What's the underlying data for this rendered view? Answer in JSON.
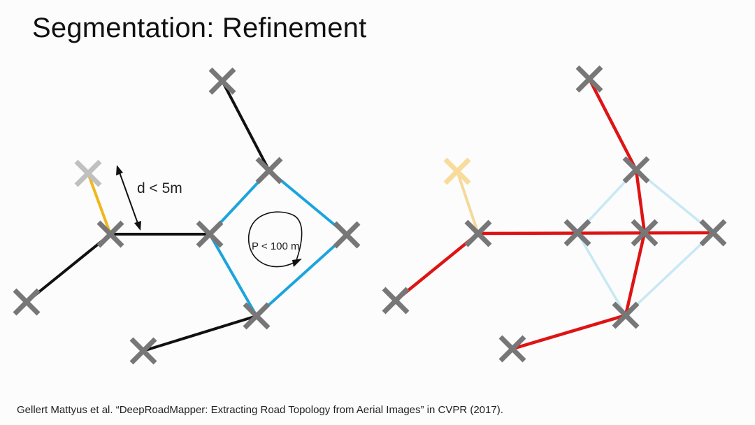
{
  "title": "Segmentation: Refinement",
  "citation": "Gellert Mattyus et al. “DeepRoadMapper: Extracting Road Topology from Aerial Images” in CVPR (2017).",
  "annotations": {
    "distance": "d < 5m",
    "perimeter": "P < 100 m"
  },
  "colors": {
    "node": "#777777",
    "node_faded": "#c0c0c0",
    "node_yellow": "#f7dc9c",
    "edge_black": "#111111",
    "edge_blue": "#1ca4dd",
    "edge_yellow": "#f0b71c",
    "edge_yellow_faded": "#f5d99a",
    "edge_red": "#de1414",
    "edge_lightblue": "#c8e8f4"
  }
}
